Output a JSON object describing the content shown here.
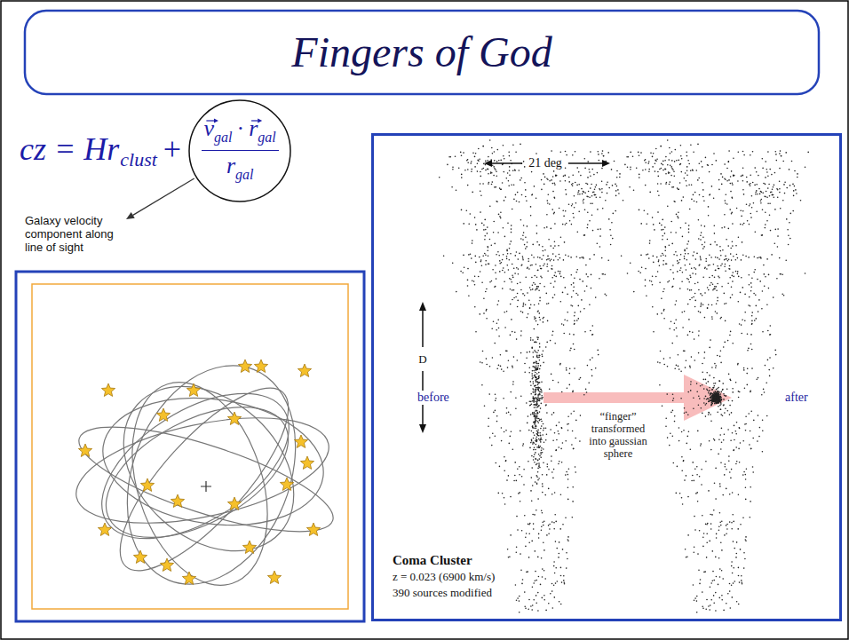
{
  "diagram": {
    "title": "Fingers of God",
    "nodes": [
      {
        "text": [
          "v",
          "gal",
          "·",
          "r",
          "gal",
          "r",
          "gal"
        ]
      },
      {
        "text": [
          "21 deg",
          "D",
          "before",
          "after",
          "“finger” transformed into gaussian sphere",
          "Coma Cluster",
          "z = 0.023 (6900 km/s)",
          "390 sources modified"
        ]
      }
    ],
    "labels": [
      "cz = Hr",
      "clust",
      "+",
      "Galaxy velocity component along line of sight"
    ]
  }
}
